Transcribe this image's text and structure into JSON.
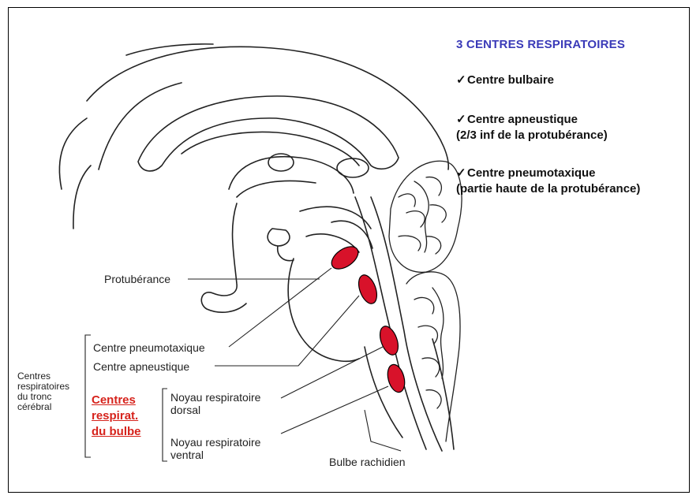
{
  "panel": {
    "title": "3 CENTRES RESPIRATOIRES",
    "items": [
      {
        "check": "✓",
        "line1": "Centre bulbaire",
        "line2": ""
      },
      {
        "check": "✓",
        "line1": "Centre apneustique",
        "line2": "(2/3 inf de la protubérance)"
      },
      {
        "check": "✓",
        "line1": "Centre pneumotaxique",
        "line2": "(partie haute de la protubérance)"
      }
    ]
  },
  "labels": {
    "protuberance": "Protubérance",
    "pneumotaxique": "Centre pneumotaxique",
    "apneustique": "Centre apneustique",
    "tronc": [
      "Centres",
      "respiratoires",
      "du tronc",
      "cérébral"
    ],
    "bulbe": [
      "Centres",
      "respirat.",
      "du bulbe"
    ],
    "dorsal": [
      "Noyau respiratoire",
      "dorsal"
    ],
    "ventral": [
      "Noyau respiratoire",
      "ventral"
    ],
    "bulbe_rachidien": "Bulbe rachidien"
  },
  "colors": {
    "title": "#3a3ab8",
    "highlight": "#d6231c",
    "nucleus": "#d8122a"
  }
}
